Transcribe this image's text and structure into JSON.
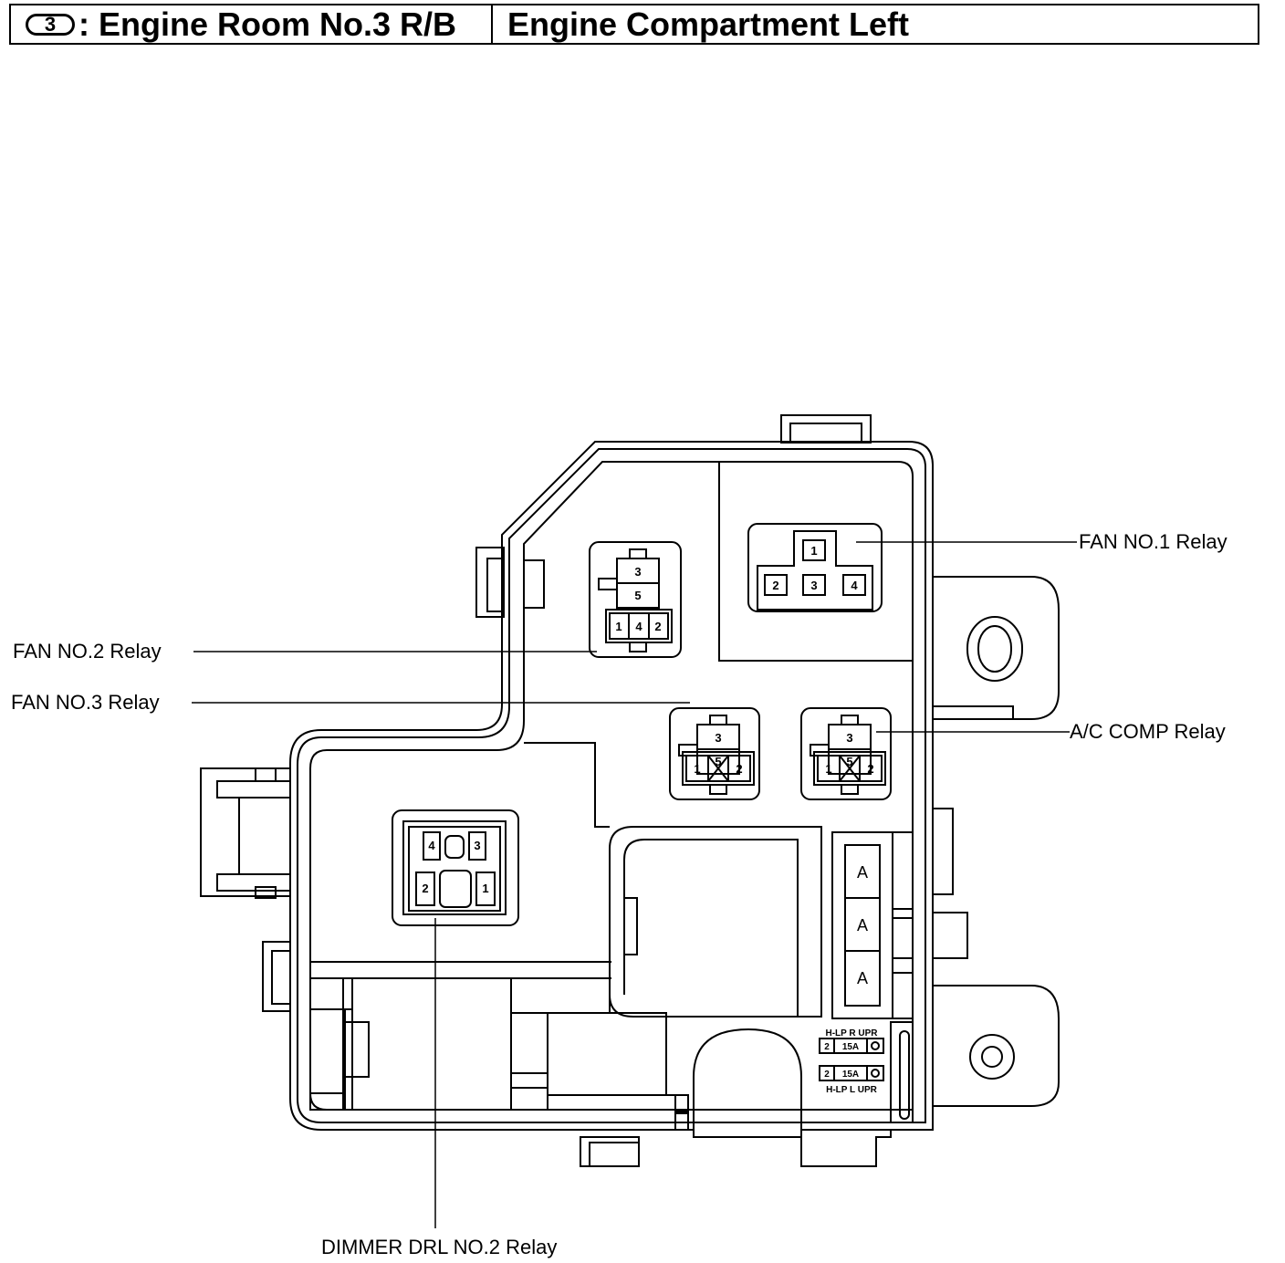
{
  "header": {
    "circle_number": "3",
    "title_left": ": Engine Room No.3 R/B",
    "title_right": "Engine Compartment Left"
  },
  "labels": {
    "fan1": "FAN NO.1 Relay",
    "fan2": "FAN NO.2 Relay",
    "fan3": "FAN NO.3 Relay",
    "ac": "A/C COMP Relay",
    "dimmer": "DIMMER DRL NO.2 Relay"
  },
  "fan1_pins": [
    "1",
    "2",
    "3",
    "4"
  ],
  "fan2_pins": [
    "3",
    "5",
    "1",
    "4",
    "2"
  ],
  "fan3_pins": [
    "3",
    "5",
    "1",
    "2"
  ],
  "ac_pins": [
    "3",
    "5",
    "1",
    "2"
  ],
  "dimmer_pins": [
    "4",
    "3",
    "2",
    "1"
  ],
  "fuse_slots": [
    "A",
    "A",
    "A"
  ],
  "fuses": {
    "upper_name": "H-LP R UPR",
    "upper_pos": "2",
    "upper_amp": "15A",
    "lower_pos": "2",
    "lower_amp": "15A",
    "lower_name": "H-LP L UPR"
  }
}
